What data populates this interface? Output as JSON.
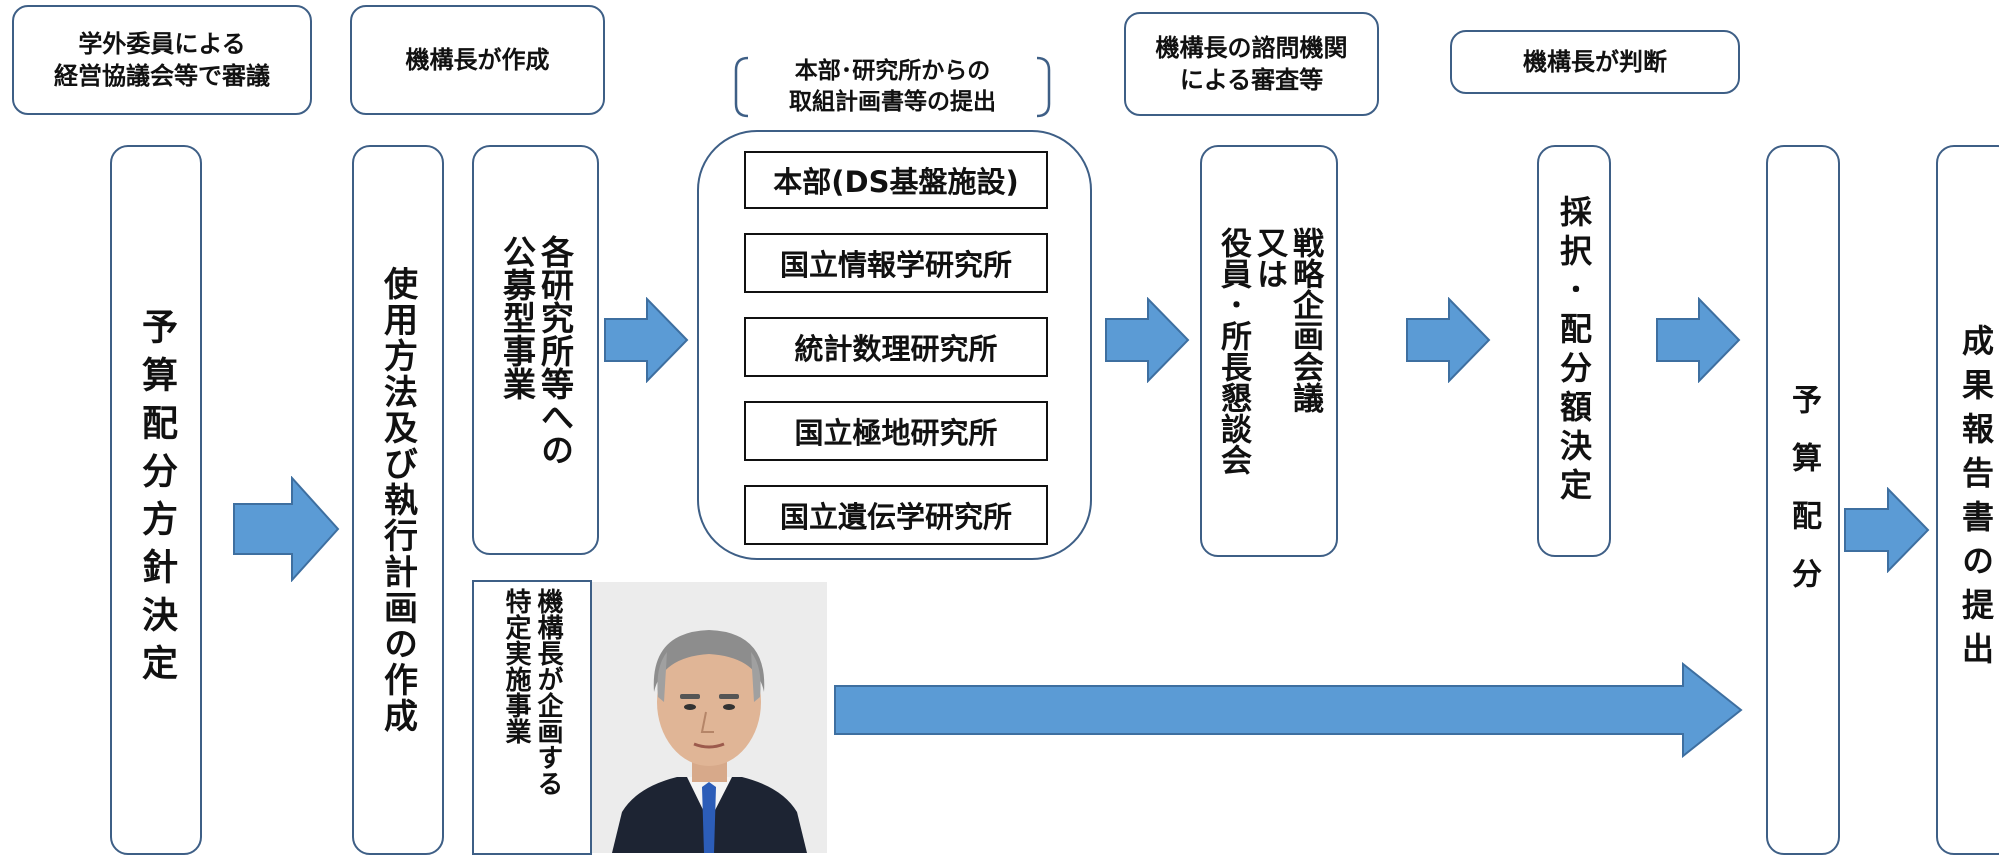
{
  "notes": {
    "external_committee": "学外委員による\n経営協議会等で審議",
    "director_creates": "機構長が作成",
    "submission": "本部･研究所からの\n取組計画書等の提出",
    "advisory_review": "機構長の諮問機関\nによる審査等",
    "director_judges": "機構長が判断"
  },
  "steps": {
    "budget_policy": "予算配分方針決定",
    "usage_plan": "使用方法及び執行計画の作成",
    "public_call": "各研究所等への\n公募型事業",
    "director_project": "機構長が企画する\n特定実施事業",
    "review_body": "戦略企画会議\n又は\n役員･所長懇談会",
    "adoption": "採択･配分額決定",
    "allocation": "予算配分",
    "report": "成果報告書の提出"
  },
  "institutes": [
    "本部(DS基盤施設)",
    "国立情報学研究所",
    "統計数理研究所",
    "国立極地研究所",
    "国立遺伝学研究所"
  ],
  "colors": {
    "arrow": "#5b9bd5",
    "border": "#3e5f86"
  }
}
